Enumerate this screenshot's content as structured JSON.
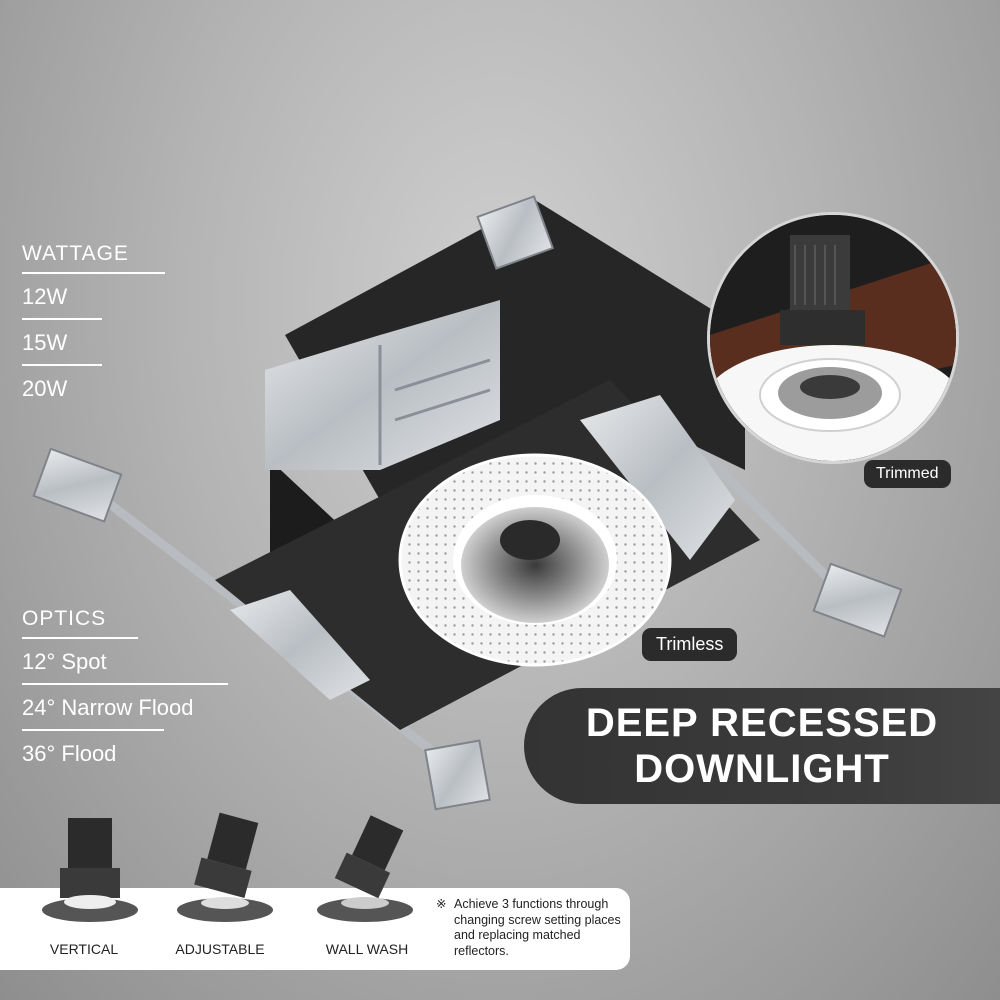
{
  "wattage": {
    "heading": "WATTAGE",
    "items": [
      "12W",
      "15W",
      "20W"
    ]
  },
  "optics": {
    "heading": "OPTICS",
    "items": [
      "12° Spot",
      "24° Narrow Flood",
      "36° Flood"
    ]
  },
  "badges": {
    "trimmed": "Trimmed",
    "trimless": "Trimless"
  },
  "banner": {
    "line1": "DEEP RECESSED",
    "line2": "DOWNLIGHT"
  },
  "functions": {
    "labels": [
      "VERTICAL",
      "ADJUSTABLE",
      "WALL WASH"
    ],
    "note_mark": "※",
    "note": "Achieve 3 functions through changing screw setting places and replacing matched reflectors."
  },
  "colors": {
    "banner_bg": "#333333",
    "pill_bg": "#2b2b2b",
    "text_light": "#ffffff",
    "housing": "#2a2a2a",
    "bracket": "#c9cdd1"
  }
}
